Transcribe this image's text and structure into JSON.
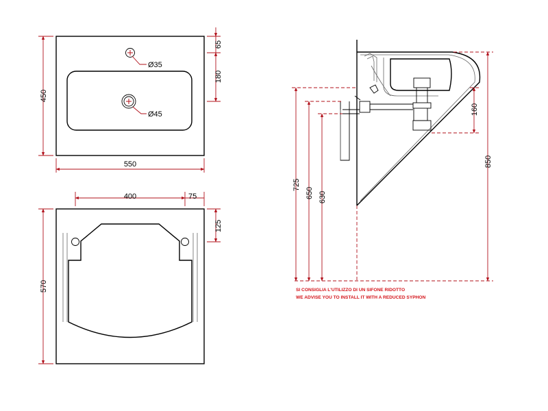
{
  "top_view": {
    "dims": {
      "height": "450",
      "width": "550",
      "rim": "65",
      "basin": "180"
    },
    "holes": {
      "tap": "Ø35",
      "drain": "Ø45"
    }
  },
  "bottom_view": {
    "dims": {
      "height": "570",
      "spacing": "400",
      "edge": "75",
      "depth": "125"
    }
  },
  "side_view": {
    "dims": {
      "d725": "725",
      "d650": "650",
      "d630": "630",
      "d850": "850",
      "d160": "160"
    },
    "notes": {
      "it": "SI CONSIGLIA L'UTILIZZO DI UN SIFONE RIDOTTO",
      "en": "WE ADVISE YOU TO INSTALL IT WITH A REDUCED SYPHON"
    }
  }
}
